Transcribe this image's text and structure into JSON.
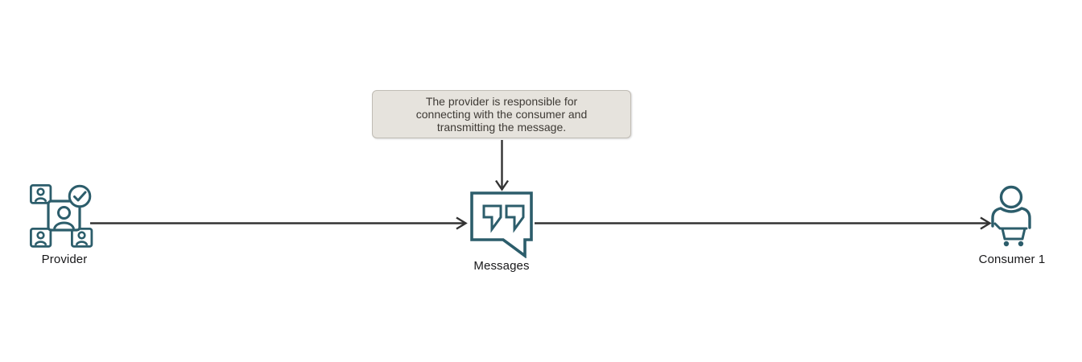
{
  "diagram": {
    "background": "#ffffff",
    "callout": {
      "text": "The provider is responsible for connecting with the consumer and transmitting the message.",
      "lines": [
        "The provider is responsible for",
        "connecting with the consumer and",
        "transmitting the message."
      ]
    },
    "nodes": [
      {
        "id": "provider",
        "label": "Provider",
        "icon": "provider-group-verified-icon"
      },
      {
        "id": "messages",
        "label": "Messages",
        "icon": "speech-bubble-quotes-icon"
      },
      {
        "id": "consumer",
        "label": "Consumer 1",
        "icon": "person-shopping-cart-icon"
      }
    ],
    "edges": [
      {
        "from": "provider",
        "to": "messages",
        "style": "arrow"
      },
      {
        "from": "messages",
        "to": "consumer",
        "style": "arrow"
      },
      {
        "from": "callout",
        "to": "messages",
        "style": "arrow"
      }
    ],
    "colors": {
      "icon_stroke": "#2c5d6b",
      "connector": "#333333",
      "label_text": "#18181a",
      "callout_fill": "#e6e3dd",
      "callout_border": "#c0bcb5",
      "callout_text": "#3e3a35"
    }
  }
}
